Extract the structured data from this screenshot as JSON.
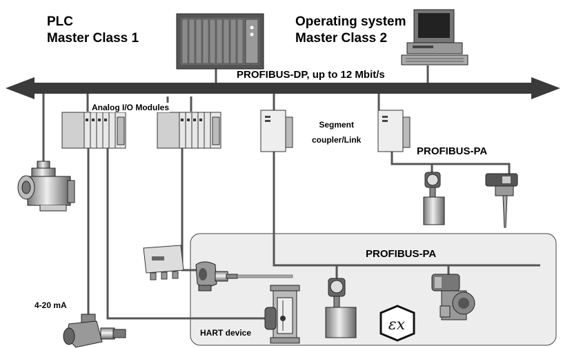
{
  "labels": {
    "plc_line1": "PLC",
    "plc_line2": "Master Class 1",
    "os_line1": "Operating system",
    "os_line2": "Master Class 2",
    "bus": "PROFIBUS-DP, up to 12 Mbit/s",
    "analog_io": "Analog I/O Modules",
    "segment_line1": "Segment",
    "segment_line2": "coupler/Link",
    "pa_upper": "PROFIBUS-PA",
    "pa_lower": "PROFIBUS-PA",
    "current_loop": "4-20 mA",
    "hart": "HART device"
  },
  "icons": {
    "plc": "plc-rack-icon",
    "computer": "computer-workstation-icon",
    "pump": "pump-valve-icon",
    "io_module_1": "io-module-icon",
    "io_module_2": "io-module-icon",
    "coupler_1": "segment-coupler-icon",
    "coupler_2": "segment-coupler-icon",
    "flowmeter_upper": "flowmeter-icon",
    "level_probe": "level-probe-icon",
    "junction_box": "junction-box-icon",
    "temp_sensor": "temperature-sensor-icon",
    "rotameter": "rotameter-icon",
    "flowmeter_lower": "flowmeter-icon",
    "explosion_proof": "ex-symbol",
    "pressure_transmitter": "pressure-transmitter-icon",
    "angle_valve": "angle-valve-icon"
  },
  "colors": {
    "bus": "#3a3a3a",
    "line": "#555555",
    "ex_area": "#ededed"
  }
}
